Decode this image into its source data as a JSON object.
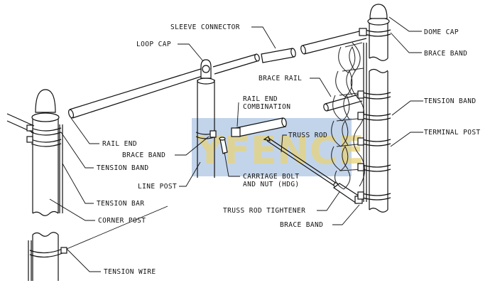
{
  "watermark": {
    "text": "YFENCE",
    "box_color": "#8fb0d8",
    "text_color": "#e8d37a"
  },
  "labels": {
    "sleeve_connector": "SLEEVE CONNECTOR",
    "loop_cap": "LOOP CAP",
    "dome_cap": "DOME CAP",
    "brace_band_top": "BRACE BAND",
    "brace_rail": "BRACE RAIL",
    "rail_end_combination_1": "RAIL END",
    "rail_end_combination_2": "COMBINATION",
    "tension_band_right": "TENSION BAND",
    "truss_rod": "TRUSS ROD",
    "terminal_post": "TERMINAL POST",
    "rail_end": "RAIL END",
    "brace_band_mid": "BRACE BAND",
    "tension_band_left": "TENSION BAND",
    "line_post": "LINE POST",
    "carriage_bolt_1": "CARRIAGE BOLT",
    "carriage_bolt_2": "AND NUT (HDG)",
    "tension_bar": "TENSION BAR",
    "truss_rod_tightener": "TRUSS ROD TIGHTENER",
    "corner_post": "CORNER POST",
    "brace_band_bottom": "BRACE BAND",
    "tension_wire": "TENSION WIRE"
  }
}
